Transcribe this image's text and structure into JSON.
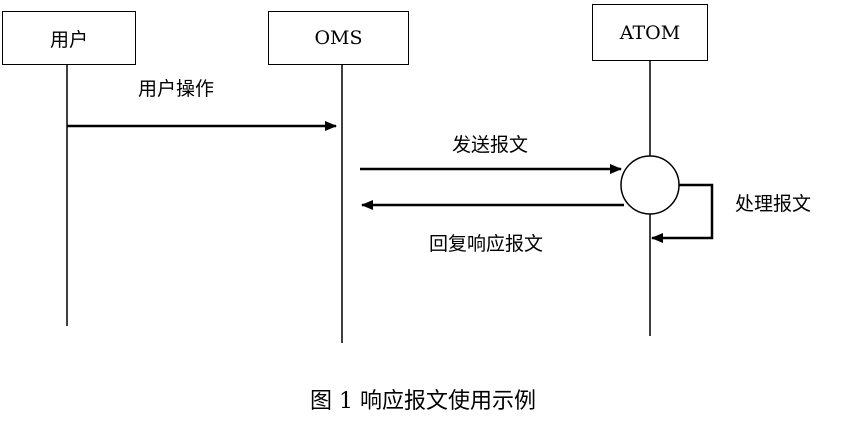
{
  "participants": {
    "user": "用户",
    "oms": "OMS",
    "atom": "ATOM"
  },
  "messages": {
    "user_operation": "用户操作",
    "send_message": "发送报文",
    "process_message": "处理报文",
    "reply_message": "回复响应报文"
  },
  "caption": "图 1 响应报文使用示例"
}
